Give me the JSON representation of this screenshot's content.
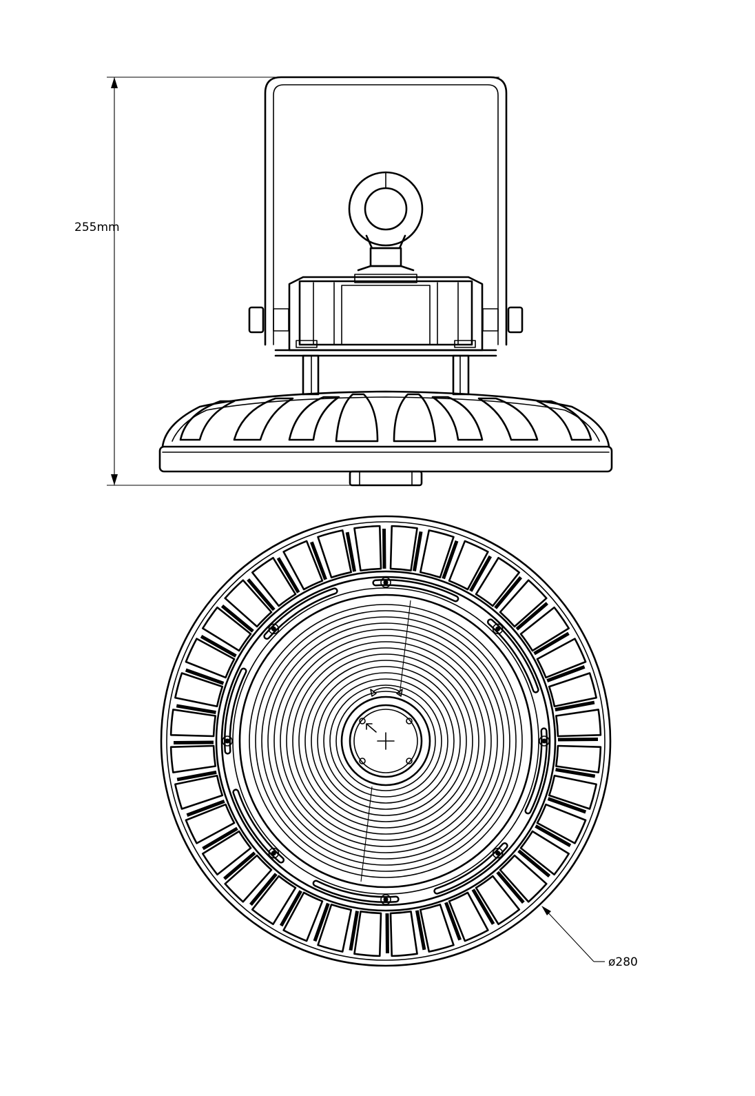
{
  "dimensions": {
    "height_label": "255mm",
    "diameter_label": "ø280"
  },
  "colors": {
    "line": "#000000",
    "background": "#ffffff"
  },
  "views": [
    "side-view",
    "bottom-view"
  ]
}
